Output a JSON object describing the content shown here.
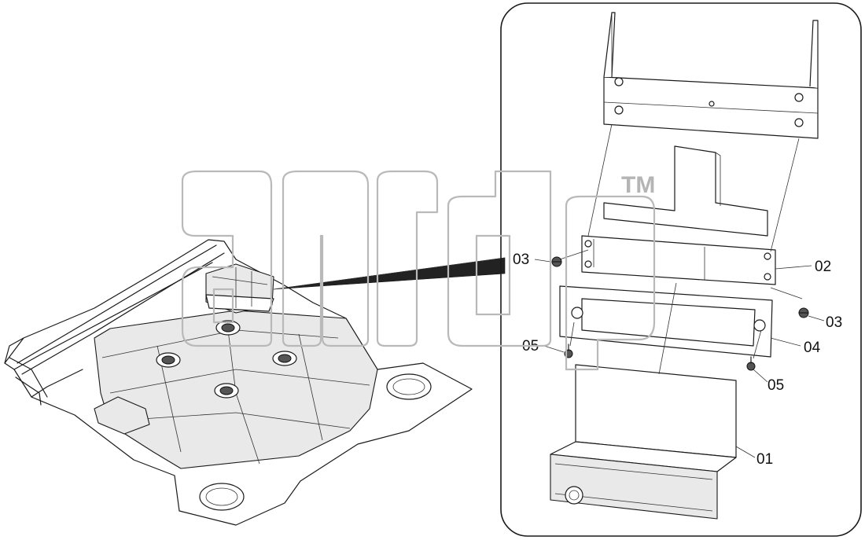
{
  "watermark": {
    "trademark": "TM"
  },
  "corner_mark": "··",
  "callouts": {
    "radio": "01",
    "mount_bracket": "02",
    "screw_left": "03",
    "screw_right": "03",
    "bezel": "04",
    "bolt_left": "05",
    "bolt_right": "05"
  },
  "colors": {
    "line": "#1a1a1a",
    "watermark": "#b9b9b9",
    "background": "#ffffff"
  }
}
